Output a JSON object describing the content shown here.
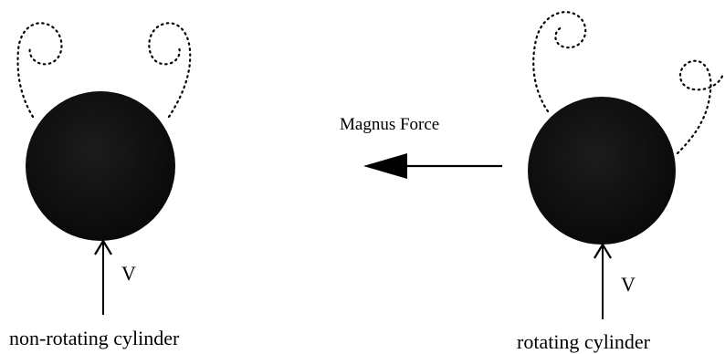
{
  "force_label": "Magnus Force",
  "left_cylinder": {
    "caption": "non-rotating cylinder",
    "velocity_label": "V"
  },
  "right_cylinder": {
    "caption": "rotating cylinder",
    "velocity_label": "V"
  },
  "colors": {
    "cylinder": "#111111",
    "ink": "#000000"
  }
}
